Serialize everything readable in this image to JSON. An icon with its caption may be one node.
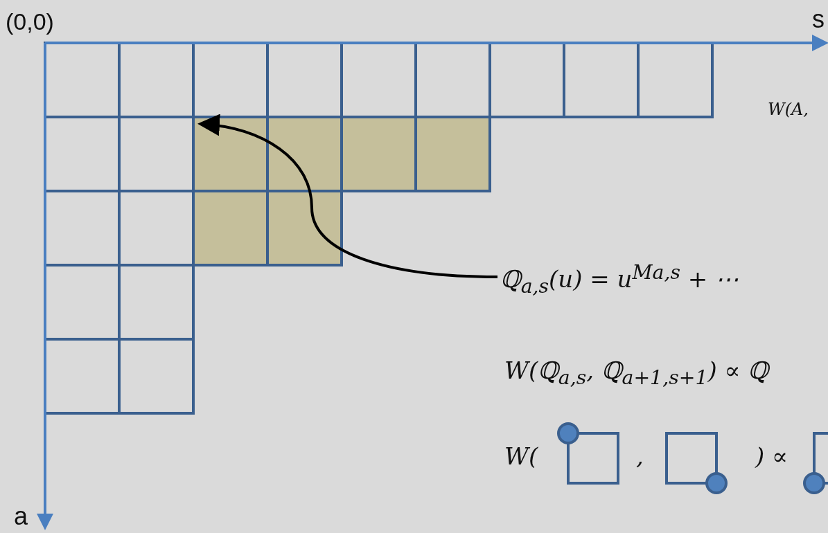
{
  "diagram": {
    "nodes": [
      {
        "text": [
          "ℚ$_{a,s}$(u) = u$^{Ma,s}$ + ⋯"
        ]
      },
      {
        "text": [],
        "shape": "box"
      }
    ],
    "edges": [
      {
        "from": 0,
        "to": 1,
        "arrow": "to"
      }
    ],
    "labels": [
      "(0,0)",
      "s",
      "a",
      "W(A,",
      "W(ℚ$_{a,s}$, ℚ$_{a+1,s+1}$) ∝ ℚ",
      "W(",
      ",",
      ") ∝"
    ]
  }
}
